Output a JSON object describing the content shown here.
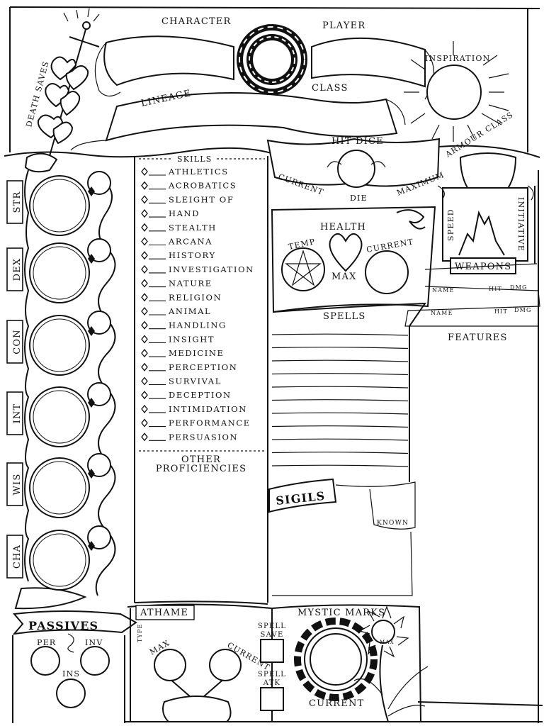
{
  "header": {
    "character": "CHARACTER",
    "player": "PLAYER",
    "lineage": "LINEAGE",
    "class": "CLASS",
    "inspiration": "INSPIRATION",
    "death_saves": "DEATH SAVES"
  },
  "abilities": [
    "STR",
    "DEX",
    "CON",
    "INT",
    "WIS",
    "CHA"
  ],
  "skills": {
    "title": "SKILLS",
    "items": [
      "ATHLETICS",
      "ACROBATICS",
      "SLEIGHT OF",
      "HAND",
      "STEALTH",
      "ARCANA",
      "HISTORY",
      "INVESTIGATION",
      "NATURE",
      "RELIGION",
      "ANIMAL",
      "HANDLING",
      "INSIGHT",
      "MEDICINE",
      "PERCEPTION",
      "SURVIVAL",
      "DECEPTION",
      "INTIMIDATION",
      "PERFORMANCE",
      "PERSUASION"
    ]
  },
  "other_proficiencies": {
    "line1": "OTHER",
    "line2": "PROFICIENCIES"
  },
  "hit_dice": {
    "title": "HIT DICE",
    "current": "CURRENT",
    "die": "DIE",
    "maximum": "MAXIMUM"
  },
  "health": {
    "title": "HEALTH",
    "temp": "TEMP",
    "max": "MAX",
    "current": "CURRENT"
  },
  "armour_class": "ARMOUR CLASS",
  "speed": "SPEED",
  "initiative": "INITIATIVE",
  "weapons": {
    "title": "WEAPONS",
    "name": "NAME",
    "hit": "HIT",
    "dmg": "DMG"
  },
  "features": "FEATURES",
  "spells": "SPELLS",
  "sigils": {
    "title": "SIGILS",
    "known": "KNOWN"
  },
  "passives": {
    "title": "PASSIVES",
    "per": "PER",
    "inv": "INV",
    "ins": "INS"
  },
  "athame": {
    "title": "ATHAME",
    "type": "TYPE",
    "max": "MAX",
    "current": "CURRENT"
  },
  "spell_save": {
    "line1": "SPELL",
    "line2": "SAVE"
  },
  "spell_atk": {
    "line1": "SPELL",
    "line2": "ATK"
  },
  "mystic_marks": {
    "title": "MYSTIC MARKS",
    "max": "MAX",
    "current": "CURRENT"
  }
}
